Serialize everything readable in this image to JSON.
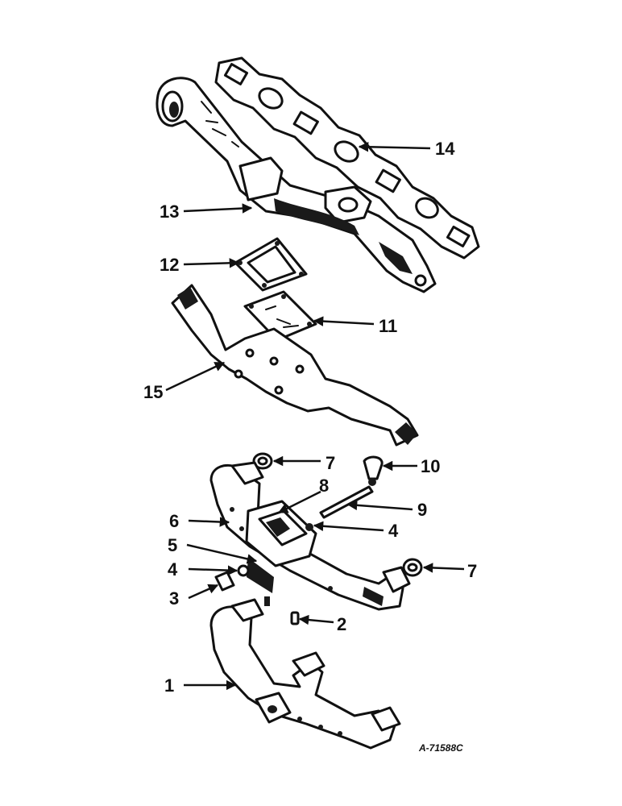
{
  "diagram": {
    "figure_id": "A-71588C",
    "callouts": [
      {
        "id": "c1",
        "label": "1"
      },
      {
        "id": "c2",
        "label": "2"
      },
      {
        "id": "c3",
        "label": "3"
      },
      {
        "id": "c4a",
        "label": "4"
      },
      {
        "id": "c4b",
        "label": "4"
      },
      {
        "id": "c5",
        "label": "5"
      },
      {
        "id": "c6",
        "label": "6"
      },
      {
        "id": "c7a",
        "label": "7"
      },
      {
        "id": "c7b",
        "label": "7"
      },
      {
        "id": "c8",
        "label": "8"
      },
      {
        "id": "c9",
        "label": "9"
      },
      {
        "id": "c10",
        "label": "10"
      },
      {
        "id": "c11",
        "label": "11"
      },
      {
        "id": "c12",
        "label": "12"
      },
      {
        "id": "c13",
        "label": "13"
      },
      {
        "id": "c14",
        "label": "14"
      },
      {
        "id": "c15",
        "label": "15"
      }
    ]
  }
}
